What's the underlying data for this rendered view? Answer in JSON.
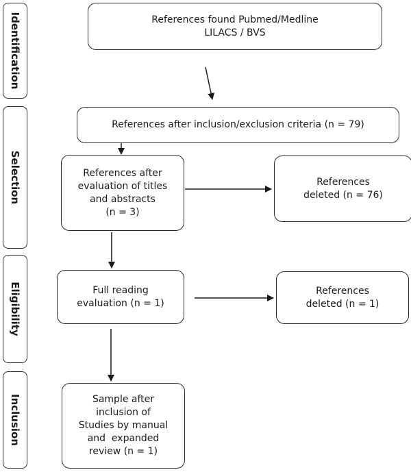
{
  "stages": {
    "identification": "Identification",
    "selection": "Selection",
    "eligibility": "Eligibility",
    "inclusion": "Inclusion"
  },
  "boxes": {
    "found": {
      "line1": "References found Pubmed/Medline",
      "line2": "LILACS / BVS"
    },
    "criteria": {
      "line1": "References after inclusion/exclusion criteria (n = 79)"
    },
    "titles": {
      "line1": "References after",
      "line2": "evaluation of titles",
      "line3": "and abstracts",
      "line4": "(n = 3)"
    },
    "deleted_76": {
      "line1": "References",
      "line2": "deleted (n = 76)"
    },
    "full_reading": {
      "line1": "Full reading",
      "line2": "evaluation (n = 1)"
    },
    "deleted_1": {
      "line1": "References",
      "line2": "deleted (n = 1)"
    },
    "sample": {
      "line1": "Sample after",
      "line2": "inclusion of",
      "line3": "Studies by manual",
      "line4": "and  expanded",
      "line5": "review (n = 1)"
    }
  }
}
